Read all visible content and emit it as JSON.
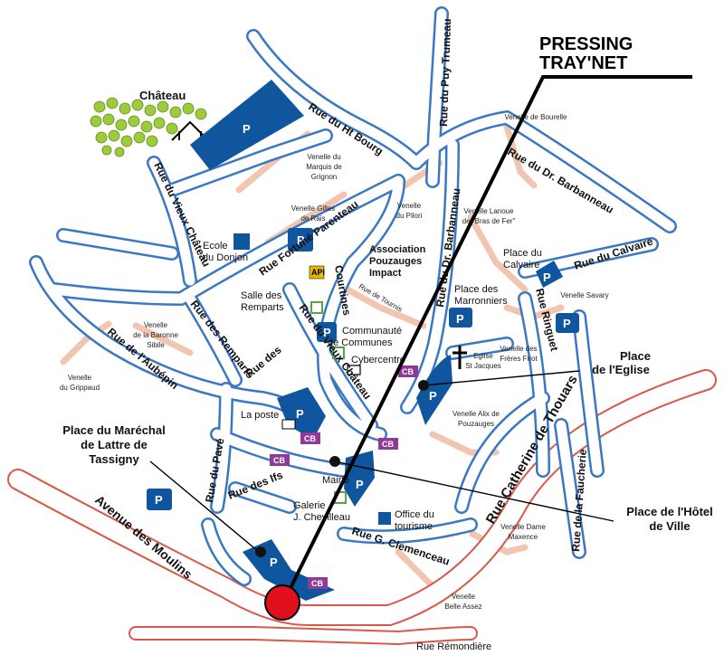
{
  "title": {
    "line1": "PRESSING",
    "line2": "TRAY'NET"
  },
  "parking_label": "P",
  "cb_label": "CB",
  "streets": {
    "ht_bourg": "Rue du Ht Bourg",
    "puy_trumeau": "Rue du Puy Trumeau",
    "dr_barbanneau_1": "Rue du Dr. Barbanneau",
    "dr_barbanneau_2": "Rue du Dr. Barbanneau",
    "vieux_chateau_1": "Rue du Vieux Château",
    "vieux_chateau_2": "Rue du Vieux Château",
    "fortune_parenteau": "Rue Fortuné Parenteau",
    "courtines": "Courtines",
    "remparts": "Rue des Remparts",
    "aubepin": "Rue de l'Aubépin",
    "des": "Rue des",
    "pave": "Rue du Pavé",
    "ifs": "Rue des Ifs",
    "avenue_moulins": "Avenue des Moulins",
    "clemenceau": "Rue G. Clemenceau",
    "catherine_thouars": "Rue Catherine de Thouars",
    "faucherie": "Rue de la Faucherie",
    "calvaire": "Rue du Calvaire",
    "ringuet": "Rue Ringuet",
    "tournis": "Rue de Tournis",
    "remondiere": "Rue Rémondière"
  },
  "small_labels": {
    "venelle_bourelle": "Venelle de Bourelle",
    "venelle_marquis_1": "Venelle du",
    "venelle_marquis_2": "Marquis de",
    "venelle_marquis_3": "Grignon",
    "venelle_gilles_1": "Venelle Gilles",
    "venelle_gilles_2": "de Rais",
    "venelle_pilori_1": "Venelle",
    "venelle_pilori_2": "du Pilori",
    "venelle_lanoue_1": "Venelle Lanoue",
    "venelle_lanoue_2": "de \"Bras de Fer\"",
    "venelle_savary": "Venelle Savary",
    "venelle_baronne_1": "Venelle",
    "venelle_baronne_2": "de la Baronne",
    "venelle_baronne_3": "Sibile",
    "venelle_grippaud_1": "Venelle",
    "venelle_grippaud_2": "du Grippaud",
    "venelle_freres_1": "Venelle des",
    "venelle_freres_2": "Frères Friot",
    "venelle_alix_1": "Venelle Alix de",
    "venelle_alix_2": "Pouzauges",
    "venelle_dame_1": "Venelle Dame",
    "venelle_dame_2": "Maxence",
    "venelle_belle_1": "Venelle",
    "venelle_belle_2": "Belle Assez",
    "eglise_1": "Eglise",
    "eglise_2": "St Jacques"
  },
  "pois": {
    "chateau": "Château",
    "ecole_1": "Ecole",
    "ecole_2": "du Donjon",
    "association_1": "Association",
    "association_2": "Pouzauges",
    "association_3": "Impact",
    "salle_1": "Salle des",
    "salle_2": "Remparts",
    "communaute_1": "Communauté",
    "communaute_2": "de Communes",
    "cybercentre": "Cybercentre",
    "poste": "La poste",
    "mairie": "Mairie",
    "galerie_1": "Galerie",
    "galerie_2": "J. Chevilleau",
    "office_1": "Office du",
    "office_2": "tourisme",
    "place_calvaire_1": "Place du",
    "place_calvaire_2": "Calvaire",
    "place_marronniers_1": "Place des",
    "place_marronniers_2": "Marronniers",
    "api": "API"
  },
  "callouts": {
    "eglise_1": "Place",
    "eglise_2": "de l'Eglise",
    "marechal_1": "Place du Maréchal",
    "marechal_2": "de Lattre de",
    "marechal_3": "Tassigny",
    "hotel_ville_1": "Place de l'Hôtel",
    "hotel_ville_2": "de Ville"
  },
  "colors": {
    "street_outline": "#3a78c3",
    "street_fill": "#ffffff",
    "parking": "#10569f",
    "cb_badge": "#8e3a96",
    "venelle": "#f1c5b0",
    "main_road": "#d9584a",
    "target": "#e0101c",
    "trees": "#9ecb3c"
  }
}
